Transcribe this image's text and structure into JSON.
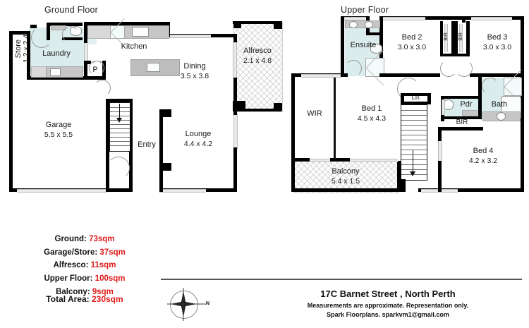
{
  "ground": {
    "title": "Ground Floor",
    "rooms": [
      {
        "name": "Store",
        "dim": "1.2 x 2.4"
      },
      {
        "name": "Laundry",
        "dim": ""
      },
      {
        "name": "Kitchen",
        "dim": ""
      },
      {
        "name": "Dining",
        "dim": "3.5 x 3.8"
      },
      {
        "name": "Alfresco",
        "dim": "2.1 x 4.8"
      },
      {
        "name": "Garage",
        "dim": "5.5 x 5.5"
      },
      {
        "name": "Lounge",
        "dim": "4.4 x 4.2"
      },
      {
        "name": "Entry",
        "dim": ""
      },
      {
        "name": "P",
        "dim": ""
      }
    ]
  },
  "upper": {
    "title": "Upper Floor",
    "rooms": [
      {
        "name": "Ensuite",
        "dim": ""
      },
      {
        "name": "Bed 2",
        "dim": "3.0 x 3.0"
      },
      {
        "name": "Bed 3",
        "dim": "3.0 x 3.0"
      },
      {
        "name": "BIR",
        "dim": ""
      },
      {
        "name": "BIR",
        "dim": ""
      },
      {
        "name": "WIR",
        "dim": ""
      },
      {
        "name": "Bed 1",
        "dim": "4.5 x 4.3"
      },
      {
        "name": "Lin",
        "dim": ""
      },
      {
        "name": "Pdr",
        "dim": ""
      },
      {
        "name": "Bath",
        "dim": ""
      },
      {
        "name": "BIR",
        "dim": ""
      },
      {
        "name": "Bed 4",
        "dim": "4.2 x 3.2"
      },
      {
        "name": "Balcony",
        "dim": "5.4 x 1.5"
      }
    ]
  },
  "areas": {
    "lines": [
      {
        "label": "Ground:",
        "value": "73sqm"
      },
      {
        "label": "Garage/Store:",
        "value": "37sqm"
      },
      {
        "label": "Alfresco:",
        "value": "11sqm"
      },
      {
        "label": "Upper Floor:",
        "value": "100sqm"
      },
      {
        "label": "Balcony:",
        "value": "9sqm"
      }
    ],
    "total_label": "Total Area:",
    "total_value": "230sqm"
  },
  "footer": {
    "address": "17C Barnet Street , North Perth",
    "disclaimer": "Measurements are approximate.  Representation only.",
    "credit": "Spark Floorplans. sparkvm1@gmail.com"
  },
  "compass": {
    "north_label": "N"
  },
  "colors": {
    "wall": "#000000",
    "wet_area": "#dbeced",
    "bench": "#d9d9d9",
    "accent_red": "#e01b1b",
    "window": "#e9e9e9"
  }
}
